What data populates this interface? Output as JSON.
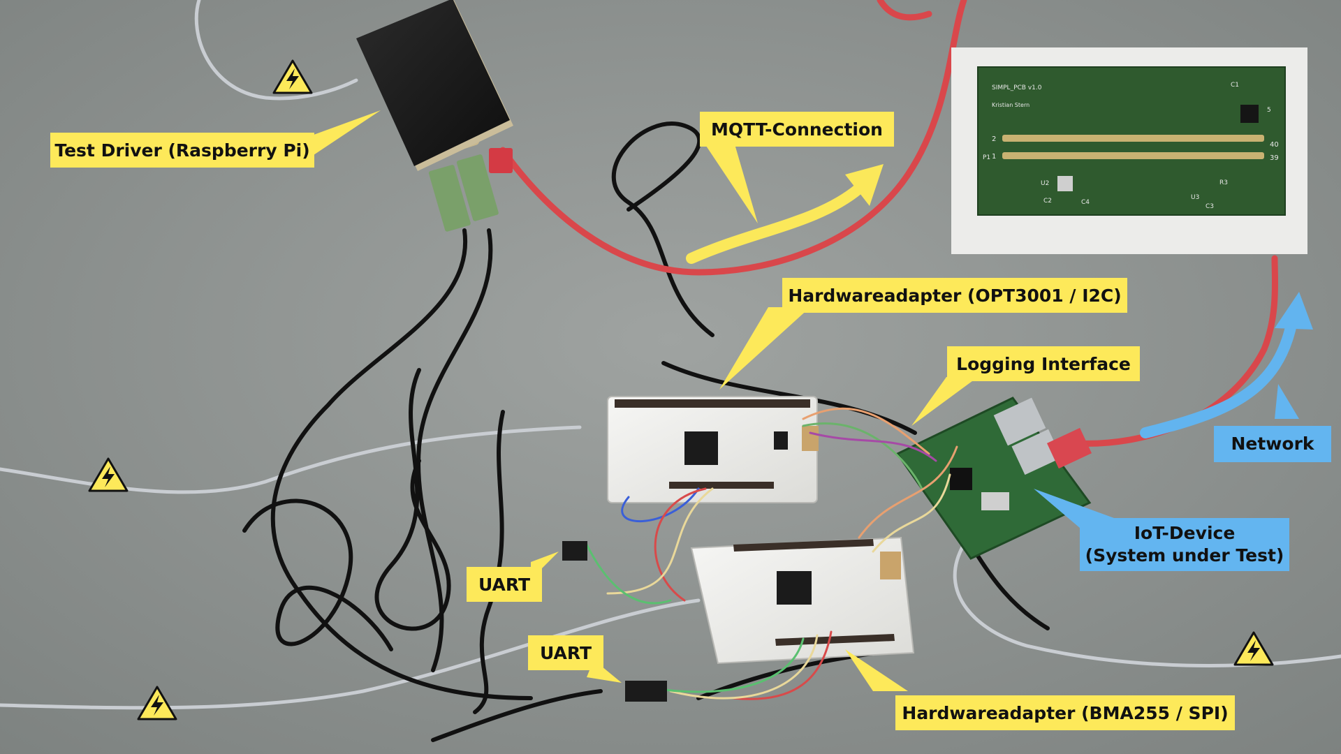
{
  "labels": {
    "test_driver": "Test Driver (Raspberry Pi)",
    "mqtt": "MQTT-Connection",
    "hw_opt3001": "Hardwareadapter (OPT3001 / I2C)",
    "logging": "Logging Interface",
    "network": "Network",
    "iot_line1": "IoT-Device",
    "iot_line2": "(System under Test)",
    "uart_1": "UART",
    "uart_2": "UART",
    "hw_bma255": "Hardwareadapter (BMA255 / SPI)"
  },
  "pcb": {
    "title": "SIMPL_PCB v1.0",
    "author": "Kristian Stern",
    "pin_2": "2",
    "pin_p1": "P1",
    "pin_1": "1",
    "pin_40": "40",
    "pin_39": "39",
    "u2": "U2",
    "u3": "U3",
    "c1": "C1",
    "c2": "C2",
    "c3": "C3",
    "c4": "C4",
    "c5": "5",
    "r3": "R3"
  },
  "colors": {
    "callout_yellow": "#fde95a",
    "callout_blue": "#63b5f0",
    "cable_red": "#d9474b",
    "arrow_yellow": "#fbe85a",
    "arrow_blue": "#62b4ef",
    "pcb_green": "#2f5a2e"
  },
  "icons": [
    "high-voltage-warning-icon"
  ]
}
